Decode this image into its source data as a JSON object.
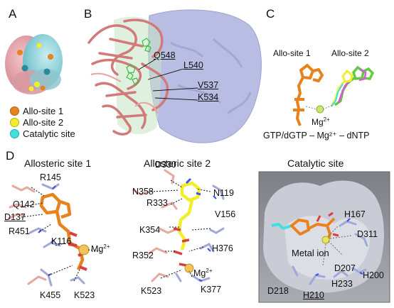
{
  "panels": {
    "a": {
      "label": "A"
    },
    "b": {
      "label": "B"
    },
    "c": {
      "label": "C"
    },
    "d": {
      "label": "D"
    }
  },
  "legend": [
    {
      "label": "Allo-site 1",
      "color": "#e8821e"
    },
    {
      "label": "Allo-site 2",
      "color": "#f2ee2c"
    },
    {
      "label": "Catalytic site",
      "color": "#3ee0e0"
    }
  ],
  "panel_b_residues": {
    "q548": "Q548",
    "l540": "L540",
    "v537": "V537",
    "k534": "K534"
  },
  "panel_c": {
    "allo1_label": "Allo-site 1",
    "allo2_label": "Allo-site 2",
    "mg": "Mg",
    "mg_sup": "2+",
    "caption": "GTP/dGTP – Mg²⁺ – dNTP"
  },
  "site1": {
    "title": "Allosteric site 1",
    "residues": {
      "r145": "R145",
      "q142": "Q142",
      "d137": "D137",
      "r451": "R451",
      "k116": "K116",
      "mg": "Mg",
      "mg_sup": "2+",
      "k455": "K455",
      "k523": "K523"
    }
  },
  "site2": {
    "title": "Allosteric site 2",
    "residues": {
      "d330": "D330",
      "n358": "N358",
      "n119": "N119",
      "r333": "R333",
      "v156": "V156",
      "k354": "K354",
      "h376": "H376",
      "r352": "R352",
      "mg": "Mg",
      "mg_sup": "2+",
      "k523": "K523",
      "k377": "K377"
    }
  },
  "catalytic": {
    "title": "Catalytic site",
    "residues": {
      "h167": "H167",
      "d311": "D311",
      "metal": "Metal ion",
      "d207": "D207",
      "h200": "H200",
      "h233": "H233",
      "d218": "D218",
      "h210": "H210"
    }
  }
}
